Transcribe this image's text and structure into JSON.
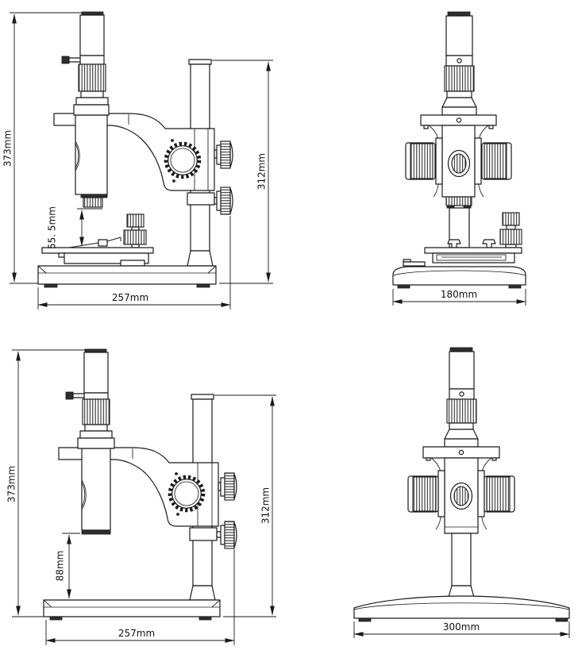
{
  "drawing": {
    "type": "microscope-dimension-drawing",
    "colors": {
      "line": "#1a1a1a",
      "background": "#ffffff"
    },
    "views": {
      "top_left": {
        "height": "373mm",
        "working_distance": "55. 5mm",
        "base_width": "257mm",
        "column_height": "312mm"
      },
      "top_right": {
        "base_width": "180mm"
      },
      "bottom_left": {
        "height": "373mm",
        "working_distance": "88mm",
        "base_width": "257mm",
        "column_height": "312mm"
      },
      "bottom_right": {
        "base_width": "300mm"
      }
    }
  }
}
